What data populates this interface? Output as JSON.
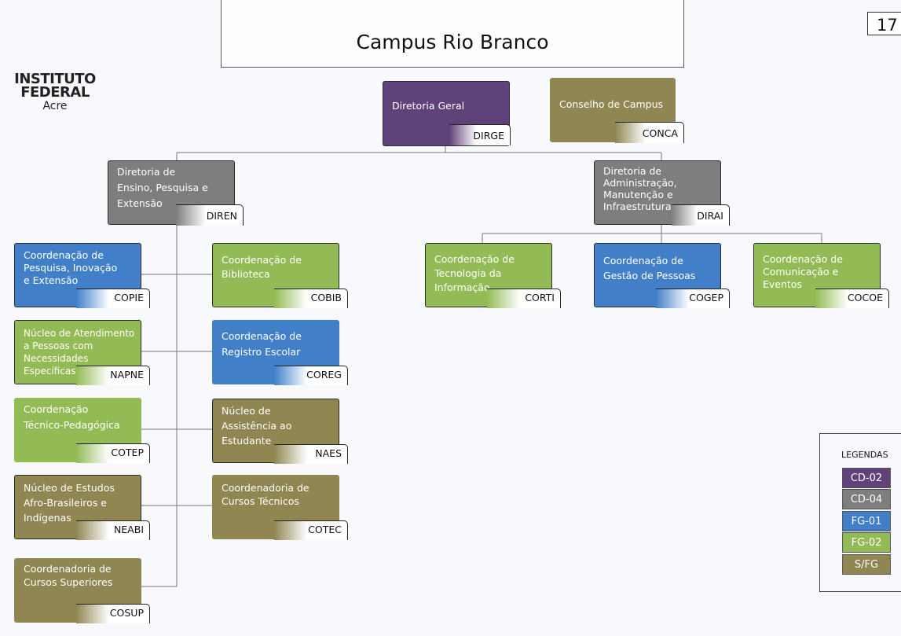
{
  "header": {
    "title": "Campus Rio Branco",
    "page_number": "17",
    "logo": {
      "line1": "INSTITUTO",
      "line2": "FEDERAL",
      "line3": "Acre"
    }
  },
  "colors": {
    "CD-02": "#60427a",
    "CD-04": "#7e7e7e",
    "FG-01": "#4180c9",
    "FG-02": "#93bb55",
    "S/FG": "#8f8652"
  },
  "nodes": {
    "dirge": {
      "label": "Diretoria Geral",
      "code": "DIRGE",
      "level": "CD-02"
    },
    "conca": {
      "label": "Conselho de Campus",
      "code": "CONCA",
      "level": "S/FG"
    },
    "diren": {
      "label": "Diretoria de\nEnsino, Pesquisa e\nExtensão",
      "code": "DIREN",
      "level": "CD-04"
    },
    "dirai": {
      "label": "Diretoria de\nAdministração,\nManutenção e\nInfraestrutura",
      "code": "DIRAI",
      "level": "CD-04"
    },
    "copie": {
      "label": "Coordenação de\nPesquisa, Inovação\ne Extensão",
      "code": "COPIE",
      "level": "FG-01"
    },
    "cobib": {
      "label": "Coordenação de\nBiblioteca",
      "code": "COBIB",
      "level": "FG-02"
    },
    "napne": {
      "label": "Núcleo de Atendimento\na Pessoas com\nNecessidades\nEspecíficas",
      "code": "NAPNE",
      "level": "FG-02"
    },
    "coreg": {
      "label": "Coordenação de\nRegistro Escolar",
      "code": "COREG",
      "level": "FG-01"
    },
    "cotep": {
      "label": "Coordenação\nTécnico-Pedagógica",
      "code": "COTEP",
      "level": "FG-02"
    },
    "naes": {
      "label": "Núcleo de\nAssistência ao\nEstudante",
      "code": "NAES",
      "level": "S/FG"
    },
    "neabi": {
      "label": "Núcleo de Estudos\nAfro-Brasileiros e\nIndígenas",
      "code": "NEABI",
      "level": "S/FG"
    },
    "cotec": {
      "label": "Coordenadoria de\nCursos Técnicos",
      "code": "COTEC",
      "level": "S/FG"
    },
    "cosup": {
      "label": "Coordenadoria de\nCursos Superiores",
      "code": "COSUP",
      "level": "S/FG"
    },
    "corti": {
      "label": "Coordenação de\nTecnologia da\nInformação",
      "code": "CORTI",
      "level": "FG-02"
    },
    "cogep": {
      "label": "Coordenação de\nGestão de Pessoas",
      "code": "COGEP",
      "level": "FG-01"
    },
    "cocoe": {
      "label": "Coordenação de\nComunicação e Eventos",
      "code": "COCOE",
      "level": "FG-02"
    }
  },
  "legend": {
    "title": "LEGENDAS",
    "items": [
      "CD-02",
      "CD-04",
      "FG-01",
      "FG-02",
      "S/FG"
    ]
  }
}
